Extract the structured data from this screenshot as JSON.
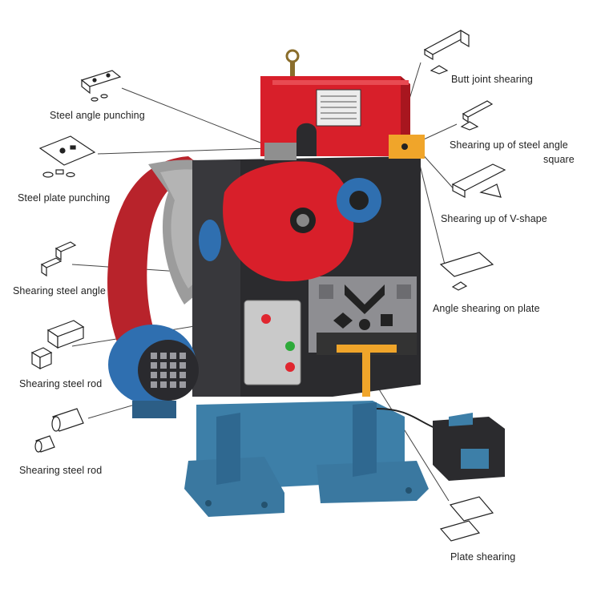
{
  "colors": {
    "machine_red": "#d81f2a",
    "machine_dark": "#2b2b2e",
    "base_blue": "#3d7fa8",
    "control_box": "#c9c9c9",
    "motor_blue": "#2f6fb0",
    "belt_red": "#b8232b",
    "label_text": "#222222",
    "leader_line": "#444444"
  },
  "labels": {
    "butt_joint": "Butt joint shearing",
    "angle_square_line1": "Shearing up of steel angle",
    "angle_square_line2": "square",
    "v_shape": "Shearing up of V-shape",
    "angle_plate": "Angle shearing on plate",
    "plate_shearing": "Plate shearing",
    "angle_punching": "Steel angle punching",
    "plate_punching": "Steel plate punching",
    "shearing_angle": "Shearing steel angle",
    "rod_square": "Shearing steel rod",
    "rod_round": "Shearing steel rod"
  }
}
